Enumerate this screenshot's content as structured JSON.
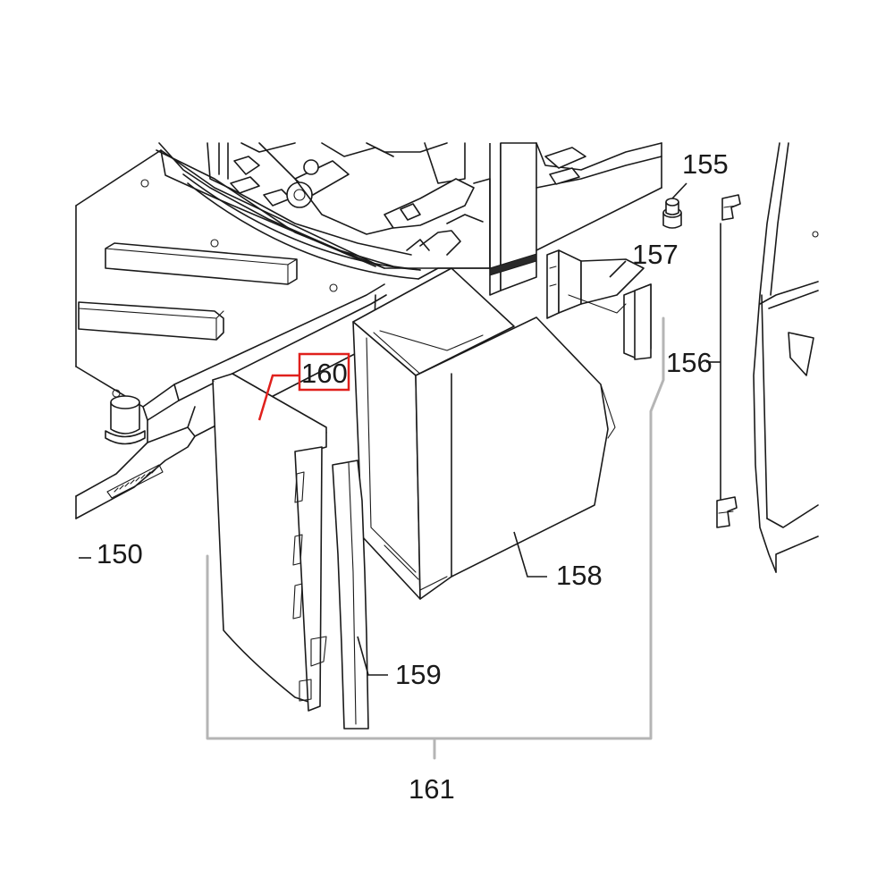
{
  "labels": {
    "p150": "150",
    "p155": "155",
    "p156": "156",
    "p157": "157",
    "p158": "158",
    "p159": "159",
    "p160": "160",
    "p161": "161"
  },
  "highlight": {
    "part": "160",
    "color": "#e0201c"
  },
  "colors": {
    "line": "#1a1a1a",
    "group_bracket": "#b5b5b5"
  }
}
